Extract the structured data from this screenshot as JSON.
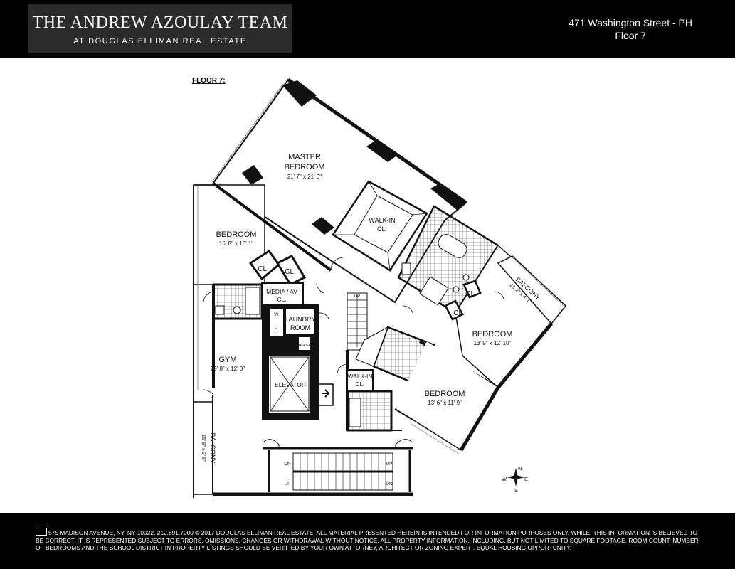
{
  "header": {
    "brand_title": "THE ANDREW AZOULAY TEAM",
    "brand_subtitle": "AT DOUGLAS ELLIMAN REAL ESTATE",
    "address": "471 Washington Street - PH",
    "floor": "Floor 7"
  },
  "plan": {
    "floor_label": "FLOOR 7:",
    "rooms": {
      "master_name_1": "MASTER",
      "master_name_2": "BEDROOM",
      "master_dim": "21' 7\" x 21' 0\"",
      "walkin1_1": "WALK-IN",
      "walkin1_2": "CL.",
      "bedroom1_name": "BEDROOM",
      "bedroom1_dim": "16' 8\" x 16' 1\"",
      "cl_a": "CL.",
      "cl_b": "CL.",
      "media_1": "MEDIA / AV",
      "media_2": "CL.",
      "w": "W.",
      "d": "D.",
      "laundry_1": "LAUNDRY",
      "laundry_2": "ROOM",
      "trash": "TRASH",
      "gym_name": "GYM",
      "gym_dim": "29' 8\" x 12' 0\"",
      "elevator": "ELEVATOR",
      "balcony_left_name": "BALCONY",
      "balcony_left_dim": "15' 9\" x 3' 9\"",
      "walkin2_1": "WALK-IN",
      "walkin2_2": "CL.",
      "bedroom2_name": "BEDROOM",
      "bedroom2_dim": "13' 6\" x 11' 9\"",
      "bedroom3_name": "BEDROOM",
      "bedroom3_dim": "13' 9\" x 12' 10\"",
      "cl_c": "CL.",
      "cl_d": "CL.",
      "balcony_right_name": "BALCONY",
      "balcony_right_dim": "13' 2\" x 4' 1\"",
      "up_stair": "UP",
      "dn_1": "DN",
      "up_1": "UP",
      "dn_2": "DN",
      "up_2": "UP"
    },
    "compass": {
      "n": "N",
      "s": "S",
      "e": "E",
      "w": "W"
    }
  },
  "footer": {
    "disclaimer": "575 MADISON AVENUE, NY, NY 10022. 212.891.7000 © 2017 DOUGLAS ELLIMAN REAL ESTATE. ALL MATERIAL PRESENTED HEREIN IS INTENDED FOR INFORMATION PURPOSES ONLY. WHILE, THIS INFORMATION IS BELIEVED TO BE CORRECT, IT IS REPRESENTED SUBJECT TO ERRORS, OMISSIONS, CHANGES OR WITHDRAWAL WITHOUT NOTICE. ALL PROPERTY INFORMATION, INCLUDING, BUT NOT LIMITED TO SQUARE FOOTAGE, ROOM COUNT, NUMBER OF BEDROOMS AND THE SCHOOL DISTRICT IN PROPERTY LISTINGS SHOULD BE VERIFIED BY YOUR OWN ATTORNEY, ARCHITECT OR ZONING EXPERT. EQUAL HOUSING OPPORTUNITY."
  }
}
